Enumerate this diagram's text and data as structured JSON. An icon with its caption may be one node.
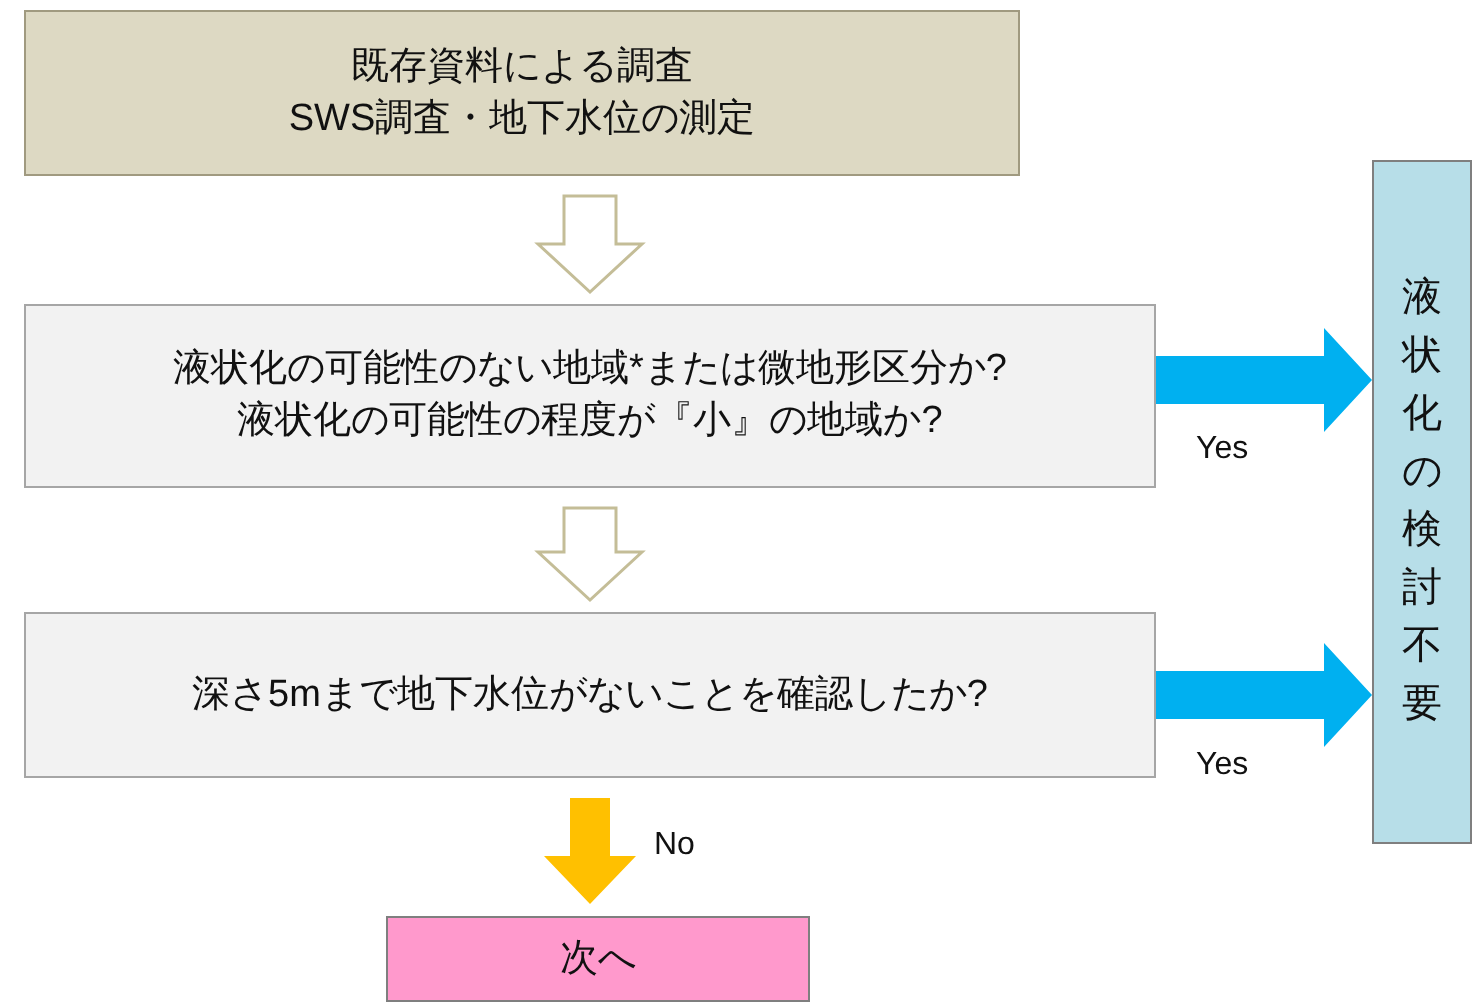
{
  "diagram": {
    "nodes": [
      {
        "text": [
          "既存資料による調査",
          "SWS調査・地下水位の測定"
        ]
      },
      {
        "text": [
          "液状化の可能性のない地域*または微地形区分か?",
          "液状化の可能性の程度が『小』の地域か?"
        ]
      },
      {
        "text": [
          "深さ5mまで地下水位がないことを確認したか?"
        ]
      },
      {
        "text": [
          "液状化の検討不要"
        ]
      },
      {
        "text": [
          "次へ"
        ]
      }
    ],
    "edges": [
      {
        "from": 0,
        "to": 1,
        "arrow": "to"
      },
      {
        "from": 1,
        "to": 2,
        "arrow": "to"
      },
      {
        "from": 1,
        "to": 3,
        "arrow": "to",
        "label": "Yes",
        "color": "#00b0f0"
      },
      {
        "from": 2,
        "to": 3,
        "arrow": "to",
        "label": "Yes",
        "color": "#00b0f0"
      },
      {
        "from": 2,
        "to": 4,
        "arrow": "to",
        "label": "No",
        "color": "#ffc000"
      }
    ]
  }
}
